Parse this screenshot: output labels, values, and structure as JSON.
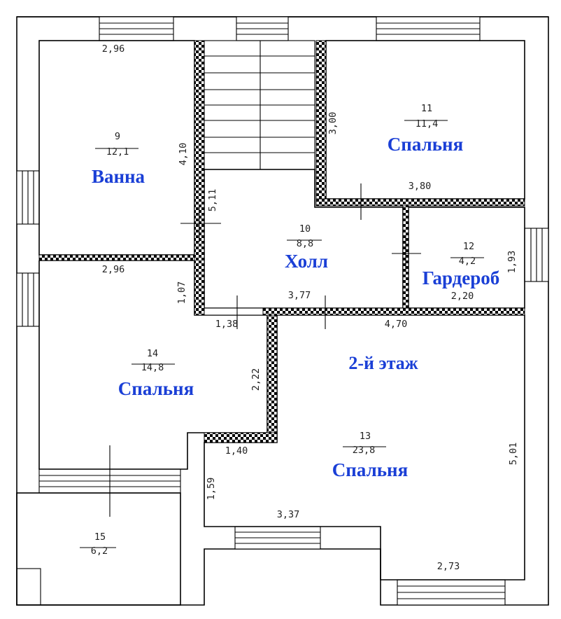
{
  "floor_label": "2-й этаж",
  "rooms": [
    {
      "id": "r9",
      "number": "9",
      "area": "12,1",
      "name": "Ванна"
    },
    {
      "id": "r10",
      "number": "10",
      "area": "8,8",
      "name": "Холл"
    },
    {
      "id": "r11",
      "number": "11",
      "area": "11,4",
      "name": "Спальня"
    },
    {
      "id": "r12",
      "number": "12",
      "area": "4,2",
      "name": "Гардероб"
    },
    {
      "id": "r13",
      "number": "13",
      "area": "23,8",
      "name": "Спальня"
    },
    {
      "id": "r14",
      "number": "14",
      "area": "14,8",
      "name": "Спальня"
    },
    {
      "id": "r15",
      "number": "15",
      "area": "6,2",
      "name": ""
    }
  ],
  "dimensions": {
    "d_296_top": "2,96",
    "d_410": "4,10",
    "d_300": "3,00",
    "d_511": "5,11",
    "d_380": "3,80",
    "d_193": "1,93",
    "d_296_mid": "2,96",
    "d_107": "1,07",
    "d_377": "3,77",
    "d_220": "2,20",
    "d_138": "1,38",
    "d_470": "4,70",
    "d_222": "2,22",
    "d_140": "1,40",
    "d_501": "5,01",
    "d_159": "1,59",
    "d_337": "3,37",
    "d_273": "2,73"
  }
}
